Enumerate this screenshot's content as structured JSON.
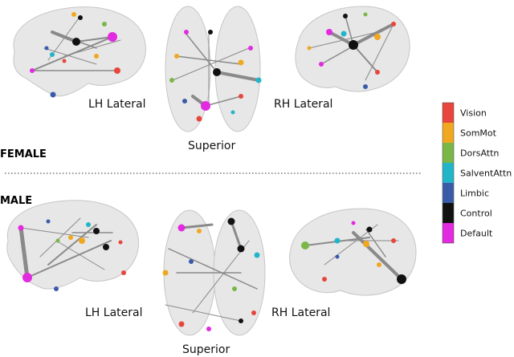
{
  "groups": {
    "female": "FEMALE",
    "male": "MALE"
  },
  "views": {
    "lh_lateral": "LH Lateral",
    "superior": "Superior",
    "rh_lateral": "RH Lateral"
  },
  "legend": [
    {
      "name": "Vision",
      "color": "#e8463c"
    },
    {
      "name": "SomMot",
      "color": "#f0a820"
    },
    {
      "name": "DorsAttn",
      "color": "#7ab648"
    },
    {
      "name": "SalventAttn",
      "color": "#22b5c8"
    },
    {
      "name": "Limbic",
      "color": "#3a5ba8"
    },
    {
      "name": "Control",
      "color": "#111111"
    },
    {
      "name": "Default",
      "color": "#e22ae0"
    }
  ]
}
